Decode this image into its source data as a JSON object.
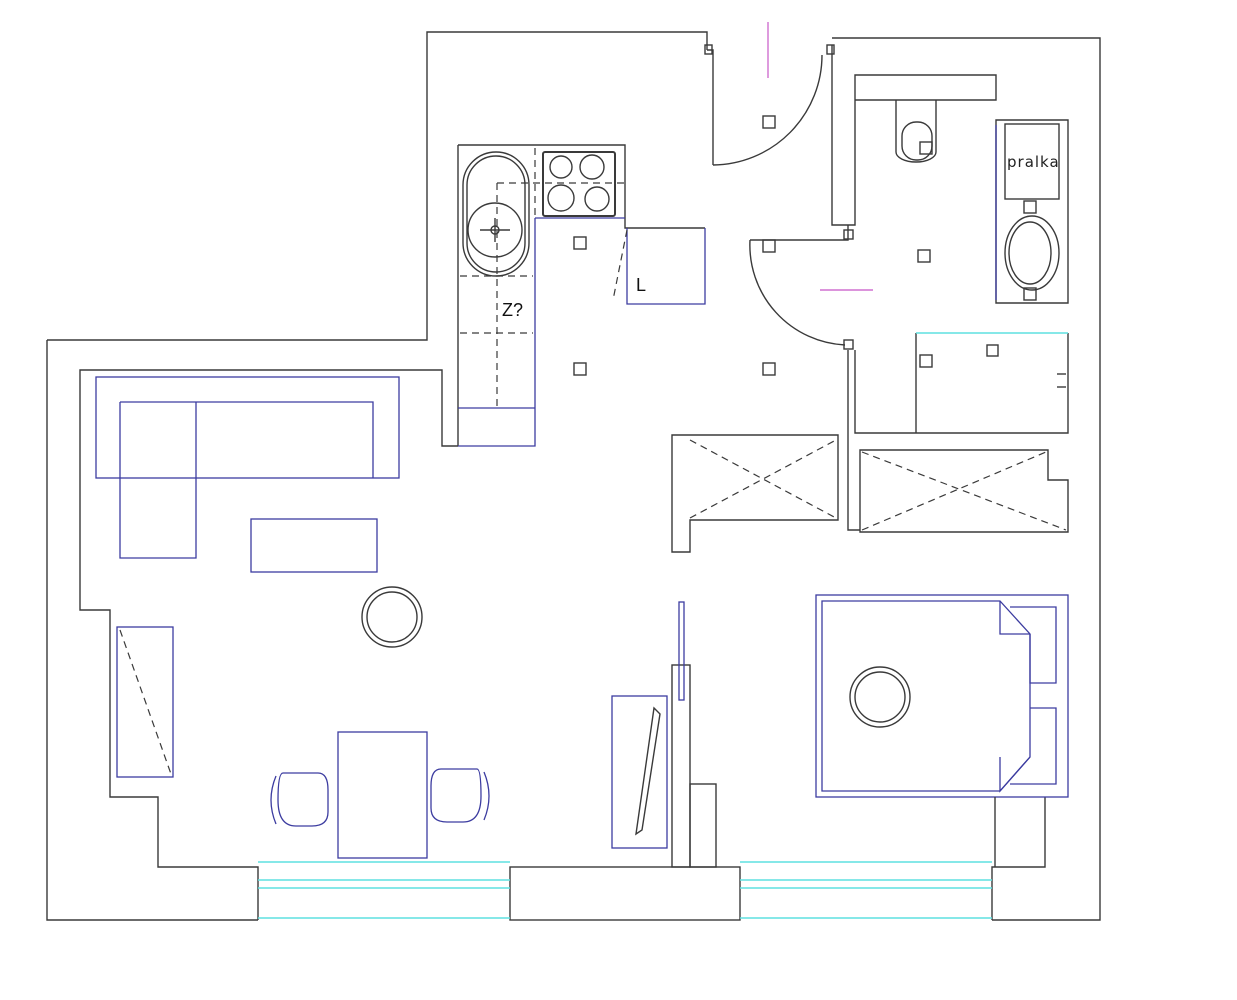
{
  "labels": {
    "washing_machine": "pralka",
    "kitchen_unknown": "Z?",
    "fridge": "L"
  },
  "colors": {
    "walls": "#3a3a3a",
    "furniture": "#3c3ca0",
    "windows": "#5fe0e0",
    "markers": "#d070d0"
  }
}
